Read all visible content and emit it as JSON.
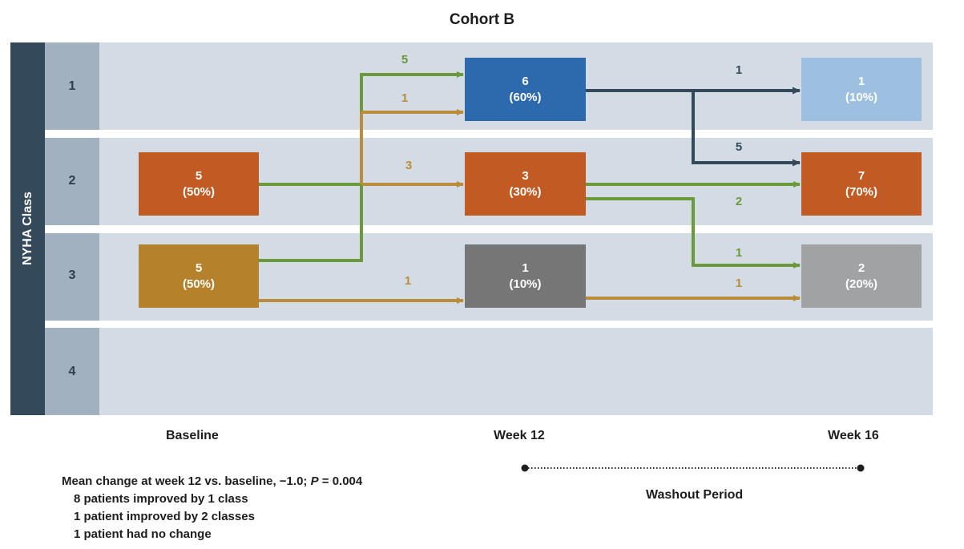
{
  "title": "Cohort B",
  "axis_label": "NYHA Class",
  "classes": [
    "1",
    "2",
    "3",
    "4"
  ],
  "columns": {
    "baseline": "Baseline",
    "week12": "Week 12",
    "week16": "Week 16"
  },
  "boxes": {
    "baseline_2": {
      "count": "5",
      "pct": "(50%)"
    },
    "baseline_3": {
      "count": "5",
      "pct": "(50%)"
    },
    "week12_1": {
      "count": "6",
      "pct": "(60%)"
    },
    "week12_2": {
      "count": "3",
      "pct": "(30%)"
    },
    "week12_3": {
      "count": "1",
      "pct": "(10%)"
    },
    "week16_1": {
      "count": "1",
      "pct": "(10%)"
    },
    "week16_2": {
      "count": "7",
      "pct": "(70%)"
    },
    "week16_3": {
      "count": "2",
      "pct": "(20%)"
    }
  },
  "flows": {
    "b3_to_w1_green": "5",
    "b3_to_w1_gold": "1",
    "b2_to_w2": "3",
    "b3_to_w3": "1",
    "w1_to_w16_1": "1",
    "w1_to_w16_2": "5",
    "w2_to_w16_2": "2",
    "w2_to_w16_3": "1",
    "w3_to_w16_3": "1"
  },
  "notes": {
    "line1_prefix": "Mean change at week 12 vs. baseline, −1.0; ",
    "line1_p": "P",
    "line1_suffix": " = 0.004",
    "line2": "8 patients improved by 1 class",
    "line3": "1 patient improved by 2 classes",
    "line4": "1 patient had no change"
  },
  "washout_label": "Washout Period",
  "colors": {
    "class1": "#2c6aad",
    "class1_light": "#9dc0e0",
    "class2": "#c25a24",
    "class3_baseline": "#b5812b",
    "class3_week12": "#767676",
    "class3_week16": "#a0a2a4",
    "arrow_green": "#6a9a3a",
    "arrow_gold": "#b98d3a",
    "arrow_dark": "#34495a"
  }
}
